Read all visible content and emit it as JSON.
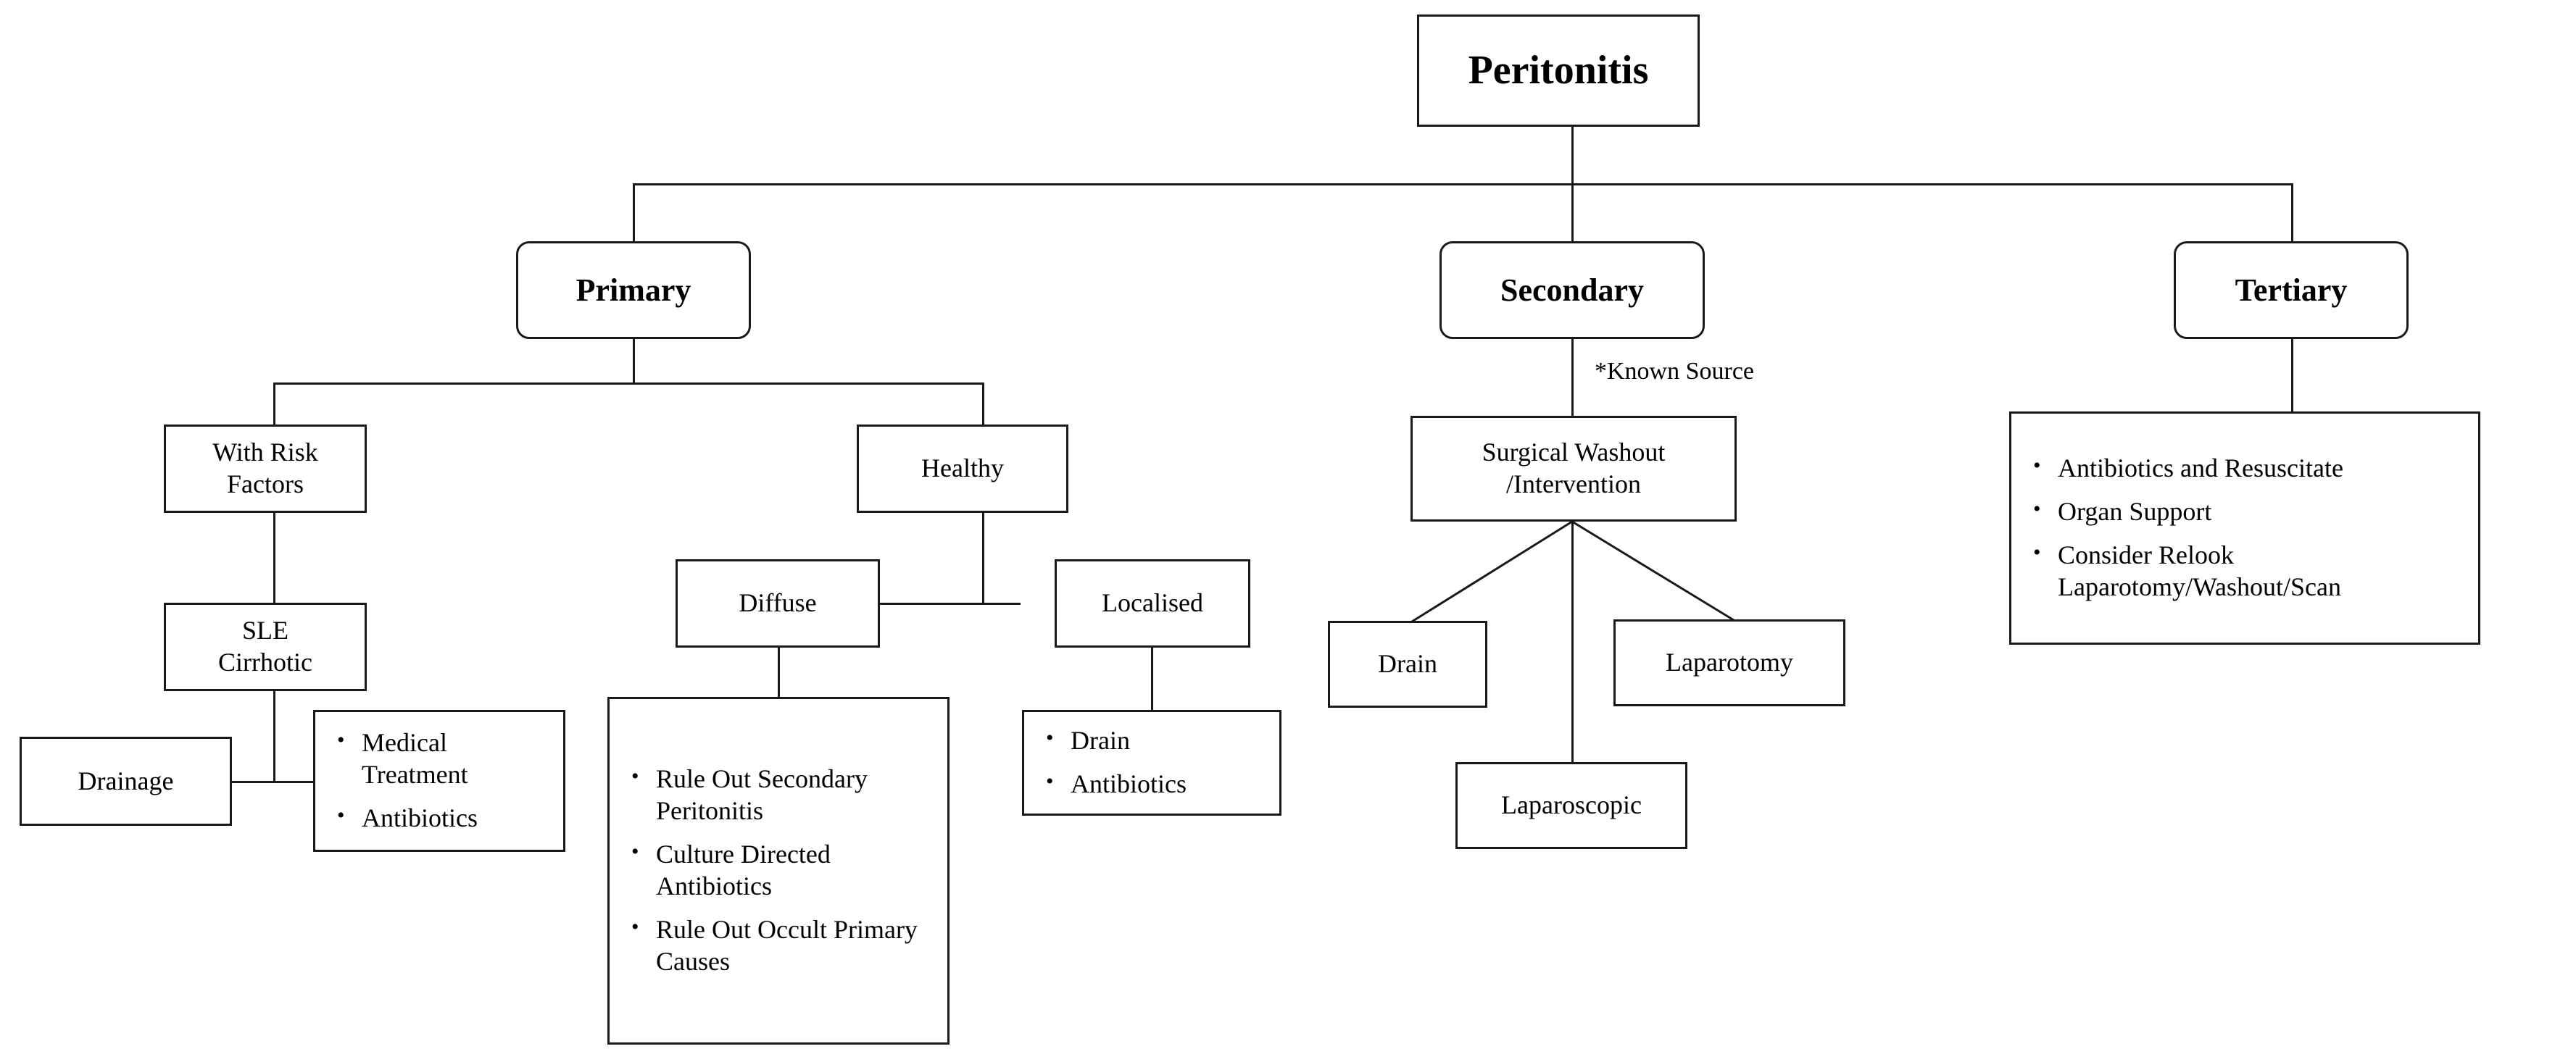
{
  "diagram": {
    "title": "Peritonitis",
    "root": {
      "label": "Peritonitis"
    },
    "categories": [
      {
        "label": "Primary"
      },
      {
        "label": "Secondary"
      },
      {
        "label": "Tertiary"
      }
    ],
    "annotations": {
      "known_source": "*Known Source"
    },
    "primary": {
      "with_risk_factors": {
        "line1": "With Risk",
        "line2": "Factors"
      },
      "healthy": {
        "label": "Healthy"
      },
      "sle_cirrhotic": {
        "line1": "SLE",
        "line2": "Cirrhotic"
      },
      "drainage": {
        "label": "Drainage"
      },
      "medical_box": {
        "bullets": [
          "Medical Treatment",
          "Antibiotics"
        ]
      },
      "diffuse": {
        "label": "Diffuse"
      },
      "localised": {
        "label": "Localised"
      },
      "diffuse_box": {
        "bullets": [
          "Rule Out Secondary Peritonitis",
          "Culture Directed Antibiotics",
          "Rule Out Occult Primary Causes"
        ]
      },
      "localised_box": {
        "bullets": [
          "Drain",
          "Antibiotics"
        ]
      }
    },
    "secondary": {
      "surgical_washout": {
        "line1": "Surgical Washout",
        "line2": "/Intervention"
      },
      "drain": {
        "label": "Drain"
      },
      "laparotomy": {
        "label": "Laparotomy"
      },
      "laparoscopic": {
        "label": "Laparoscopic"
      }
    },
    "tertiary": {
      "management_box": {
        "bullets": [
          "Antibiotics and Resuscitate",
          "Organ Support",
          "Consider Relook Laparotomy/Washout/Scan"
        ]
      }
    },
    "colors": {
      "stroke": "#1a1a1a",
      "background": "#ffffff",
      "text": "#000000"
    }
  }
}
